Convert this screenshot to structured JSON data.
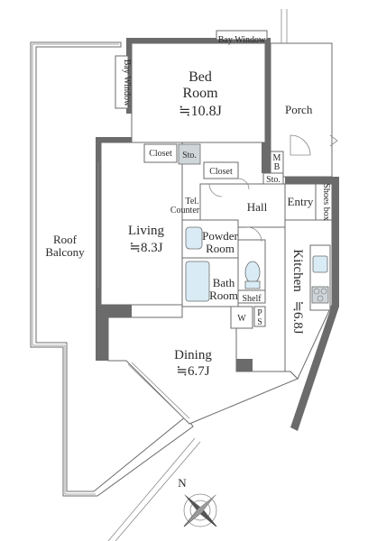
{
  "rooms": {
    "bedroom": {
      "name_line1": "Bed",
      "name_line2": "Room",
      "size": "≒10.8J"
    },
    "living": {
      "name": "Living",
      "size": "≒8.3J"
    },
    "dining": {
      "name": "Dining",
      "size": "≒6.7J"
    },
    "kitchen": {
      "name": "Kitchen",
      "size": "≒6.8J"
    },
    "roof_balcony": {
      "line1": "Roof",
      "line2": "Balcony"
    },
    "porch": "Porch",
    "hall": "Hall",
    "entry": "Entry",
    "powder_room": {
      "line1": "Powder",
      "line2": "Room"
    },
    "bath_room": {
      "line1": "Bath",
      "line2": "Room"
    }
  },
  "labels": {
    "bay_window_top": "Bay Window",
    "bay_window_left": "Bay Window",
    "closet_left": "Closet",
    "closet_right": "Closet",
    "storage": "Sto.",
    "storage_small": "Sto.",
    "mb_line1": "M",
    "mb_line2": "B",
    "tel_counter_line1": "Tel.",
    "tel_counter_line2": "Counter",
    "shoes_box": "Shoes box",
    "shelf": "Shelf",
    "washer": "W",
    "ps_line1": "P",
    "ps_line2": "S"
  },
  "compass": {
    "north": "N"
  }
}
